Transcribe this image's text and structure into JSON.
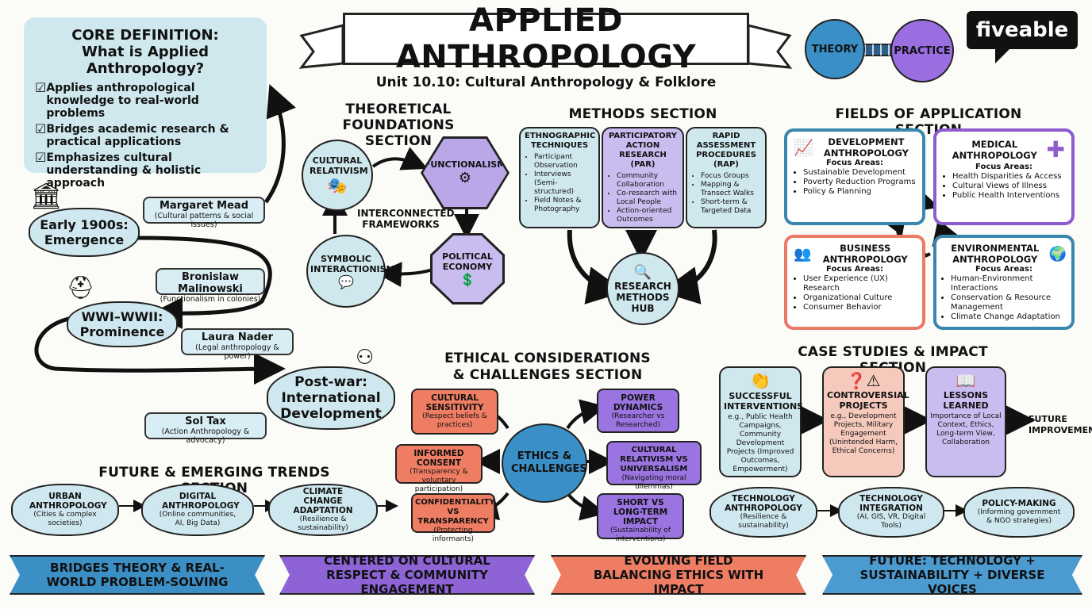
{
  "title": "APPLIED ANTHROPOLOGY",
  "subtitle": "Unit 10.10: Cultural Anthropology & Folklore",
  "logo": {
    "text_a": "five",
    "text_b": "able"
  },
  "theory_practice": {
    "left": "THEORY",
    "right": "PRACTICE"
  },
  "core": {
    "heading1": "CORE DEFINITION:",
    "heading2": "What is Applied Anthropology?",
    "items": [
      "Applies anthropological knowledge to real-world problems",
      "Bridges academic research & practical applications",
      "Emphasizes cultural understanding & holistic approach"
    ]
  },
  "timeline": {
    "early": "Early 1900s: Emergence",
    "wwi": "WWI–WWII: Prominence",
    "postwar": "Post-war: International Development",
    "people": [
      {
        "name": "Margaret Mead",
        "desc": "(Cultural patterns & social issues)"
      },
      {
        "name": "Bronislaw Malinowski",
        "desc": "(Functionalism in colonies)"
      },
      {
        "name": "Laura Nader",
        "desc": "(Legal anthropology & power)"
      },
      {
        "name": "Sol Tax",
        "desc": "(Action Anthropology & advocacy)"
      }
    ]
  },
  "theory": {
    "heading": "THEORETICAL FOUNDATIONS SECTION",
    "relativism": "CULTURAL RELATIVISM",
    "functionalism": "FUNCTIONALISM",
    "political": "POLITICAL ECONOMY",
    "symbolic": "SYMBOLIC INTERACTIONISM",
    "center": "INTERCONNECTED FRAMEWORKS"
  },
  "methods": {
    "heading": "METHODS SECTION",
    "cards": [
      {
        "title": "ETHNOGRAPHIC TECHNIQUES",
        "items": [
          "Participant Observation",
          "Interviews (Semi-structured)",
          "Field Notes & Photography"
        ]
      },
      {
        "title": "PARTICIPATORY ACTION RESEARCH (PAR)",
        "items": [
          "Community Collaboration",
          "Co-research with Local People",
          "Action-oriented Outcomes"
        ]
      },
      {
        "title": "RAPID ASSESSMENT PROCEDURES (RAP)",
        "items": [
          "Focus Groups",
          "Mapping & Transect Walks",
          "Short-term & Targeted Data"
        ]
      }
    ],
    "hub": "RESEARCH METHODS HUB"
  },
  "fields": {
    "heading": "FIELDS OF APPLICATION SECTION",
    "focus_label": "Focus Areas:",
    "cards": [
      {
        "title": "DEVELOPMENT ANTHROPOLOGY",
        "items": [
          "Sustainable Development",
          "Poverty Reduction Programs",
          "Policy & Planning"
        ],
        "color": "#3a87ad"
      },
      {
        "title": "MEDICAL ANTHROPOLOGY",
        "items": [
          "Health Disparities & Access",
          "Cultural Views of Illness",
          "Public Health Interventions"
        ],
        "color": "#8e5bd1"
      },
      {
        "title": "BUSINESS ANTHROPOLOGY",
        "items": [
          "User Experience (UX) Research",
          "Organizational Culture",
          "Consumer Behavior"
        ],
        "color": "#e97a66"
      },
      {
        "title": "ENVIRONMENTAL ANTHROPOLOGY",
        "items": [
          "Human-Environment Interactions",
          "Conservation & Resource Management",
          "Climate Change Adaptation"
        ],
        "color": "#3a87ad"
      }
    ]
  },
  "ethics": {
    "heading": "ETHICAL CONSIDERATIONS & CHALLENGES SECTION",
    "center": "ETHICS & CHALLENGES",
    "left": [
      {
        "title": "CULTURAL SENSITIVITY",
        "desc": "(Respect beliefs & practices)"
      },
      {
        "title": "INFORMED CONSENT",
        "desc": "(Transparency & voluntary participation)"
      },
      {
        "title": "CONFIDENTIALITY VS TRANSPARENCY",
        "desc": "(Protecting informants)"
      }
    ],
    "right": [
      {
        "title": "POWER DYNAMICS",
        "desc": "(Researcher vs Researched)"
      },
      {
        "title": "CULTURAL RELATIVISM VS UNIVERSALISM",
        "desc": "(Navigating moral dilemmas)"
      },
      {
        "title": "SHORT VS LONG-TERM IMPACT",
        "desc": "(Sustainability of interventions)"
      }
    ]
  },
  "cases": {
    "heading": "CASE STUDIES & IMPACT SECTION",
    "cards": [
      {
        "title": "SUCCESSFUL INTERVENTIONS",
        "desc": "e.g., Public Health Campaigns, Community Development Projects (Improved Outcomes, Empowerment)"
      },
      {
        "title": "CONTROVERSIAL PROJECTS",
        "desc": "e.g., Development Projects, Military Engagement (Unintended Harm, Ethical Concerns)"
      },
      {
        "title": "LESSONS LEARNED",
        "desc": "Importance of Local Context, Ethics, Long-term View, Collaboration"
      }
    ],
    "future": "FUTURE IMPROVEMENTS"
  },
  "trends": {
    "heading": "FUTURE & EMERGING TRENDS SECTION",
    "items": [
      {
        "title": "URBAN ANTHROPOLOGY",
        "desc": "(Cities & complex societies)"
      },
      {
        "title": "DIGITAL ANTHROPOLOGY",
        "desc": "(Online communities, AI, Big Data)"
      },
      {
        "title": "CLIMATE CHANGE ADAPTATION",
        "desc": "(Resilience & sustainability)"
      },
      {
        "title": "TECHNOLOGY ANTHROPOLOGY",
        "desc": "(Resilience & sustainability)"
      },
      {
        "title": "TECHNOLOGY INTEGRATION",
        "desc": "(AI, GIS, VR, Digital Tools)"
      },
      {
        "title": "POLICY-MAKING",
        "desc": "(Informing government & NGO strategies)"
      }
    ]
  },
  "banners": [
    {
      "text": "BRIDGES THEORY & REAL-WORLD PROBLEM-SOLVING",
      "color": "#3b8fc4"
    },
    {
      "text": "CENTERED ON CULTURAL RESPECT & COMMUNITY ENGAGEMENT",
      "color": "#8d63d6"
    },
    {
      "text": "EVOLVING FIELD BALANCING ETHICS WITH IMPACT",
      "color": "#ef7d63"
    },
    {
      "text": "FUTURE: TECHNOLOGY + SUSTAINABILITY + DIVERSE VOICES",
      "color": "#4b9bd1"
    }
  ]
}
